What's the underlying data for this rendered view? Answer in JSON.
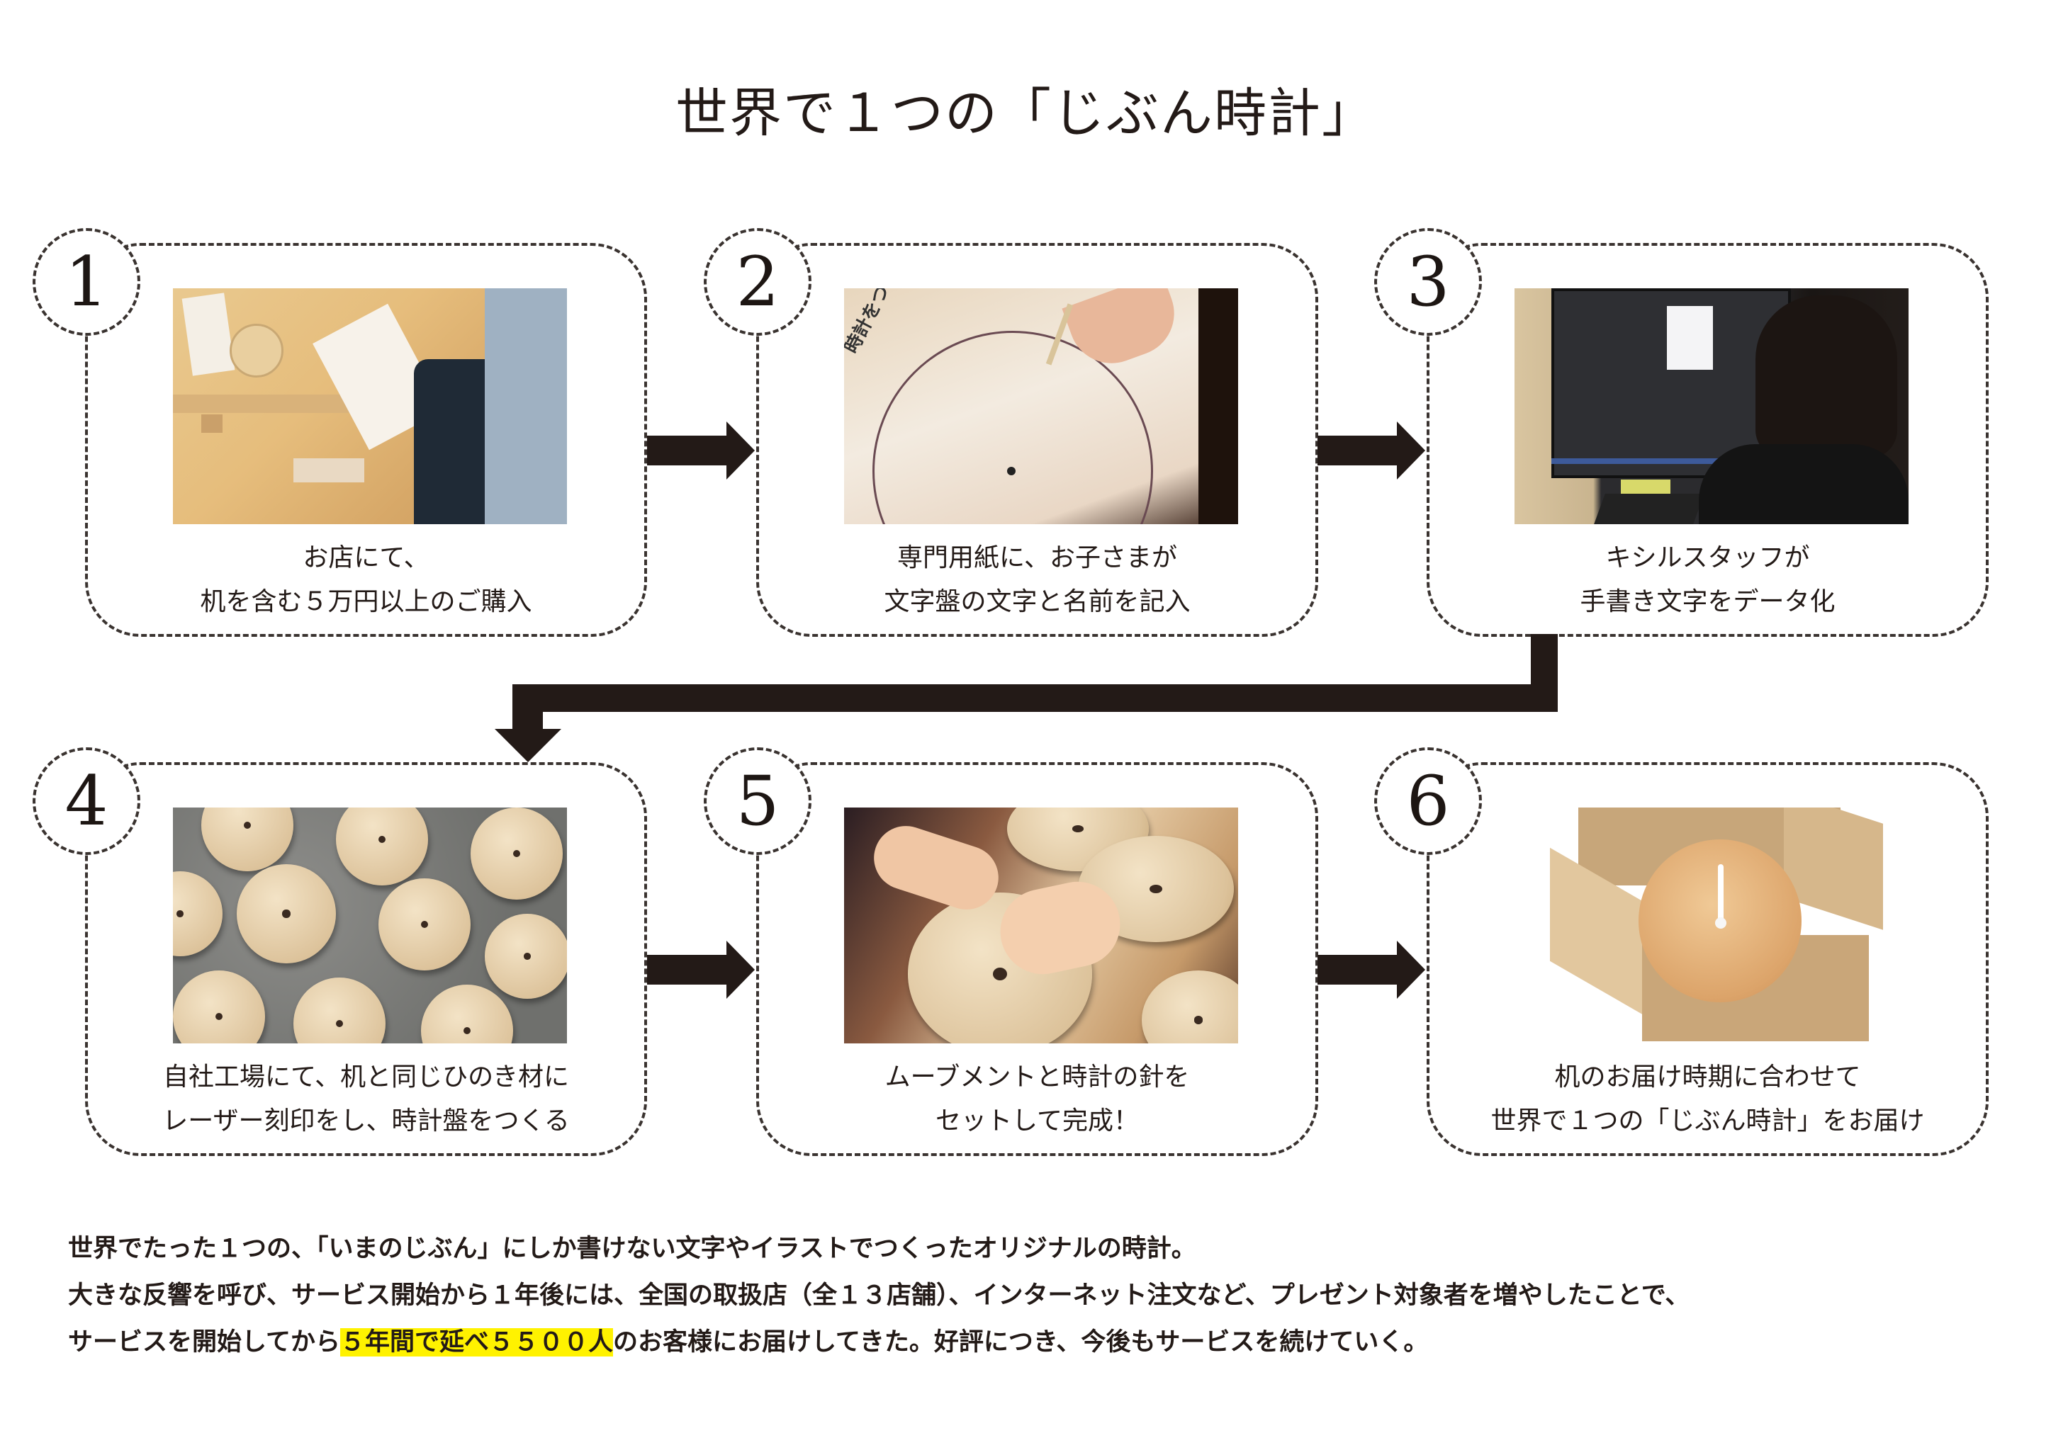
{
  "title": "世界で１つの「じぶん時計」",
  "steps": [
    {
      "number": "1",
      "image": "store-purchase-photo",
      "caption": [
        "お店にて、",
        "机を含む５万円以上のご購入"
      ]
    },
    {
      "number": "2",
      "image": "child-writing-clock-sheet-photo",
      "photo_text": "時計をつくろう！",
      "caption": [
        "専門用紙に、お子さまが",
        "文字盤の文字と名前を記入"
      ]
    },
    {
      "number": "3",
      "image": "staff-digitizing-photo",
      "caption": [
        "キシルスタッフが",
        "手書き文字をデータ化"
      ]
    },
    {
      "number": "4",
      "image": "laser-engraved-clock-faces-photo",
      "caption": [
        "自社工場にて、机と同じひのき材に",
        "レーザー刻印をし、時計盤をつくる"
      ]
    },
    {
      "number": "5",
      "image": "assembling-clock-photo",
      "caption": [
        "ムーブメントと時計の針を",
        "セットして完成！"
      ]
    },
    {
      "number": "6",
      "image": "boxed-clock-photo",
      "caption": [
        "机のお届け時期に合わせて",
        "世界で１つの「じぶん時計」をお届け"
      ]
    }
  ],
  "description": {
    "line1": "世界でたった１つの、「いまのじぶん」にしか書けない文字やイラストでつくったオリジナルの時計。",
    "line2": "大きな反響を呼び、サービス開始から１年後には、全国の取扱店（全１３店舗）、インターネット注文など、プレゼント対象者を増やしたことで、",
    "line3_before": "サービスを開始してから",
    "line3_highlight": "５年間で延べ５５００人",
    "line3_after": "のお客様にお届けしてきた。好評につき、今後もサービスを続けていく。"
  },
  "colors": {
    "ink": "#231a17",
    "highlight": "#fff200",
    "background": "#ffffff"
  }
}
